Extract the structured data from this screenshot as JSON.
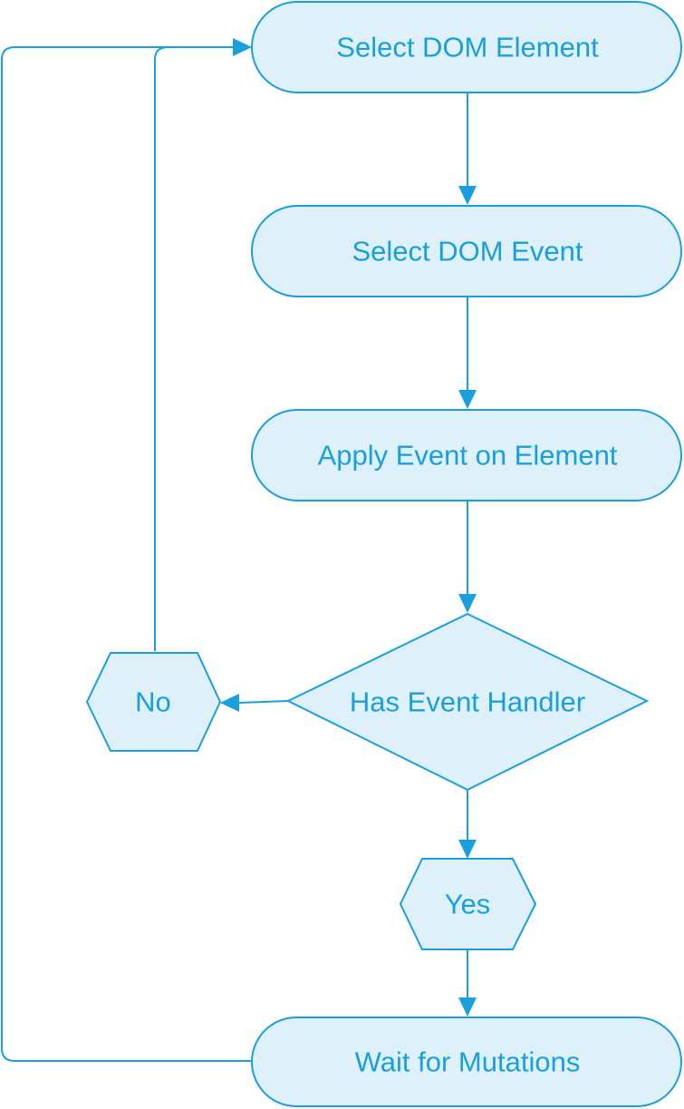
{
  "colors": {
    "accent": "#1a9fdd",
    "node_fill": "#def1fa",
    "background": "#ffffff"
  },
  "nodes": {
    "select_element": "Select DOM Element",
    "select_event": "Select DOM Event",
    "apply_event": "Apply Event on Element",
    "has_handler": "Has Event Handler",
    "no": "No",
    "yes": "Yes",
    "wait_mutations": "Wait for Mutations"
  }
}
